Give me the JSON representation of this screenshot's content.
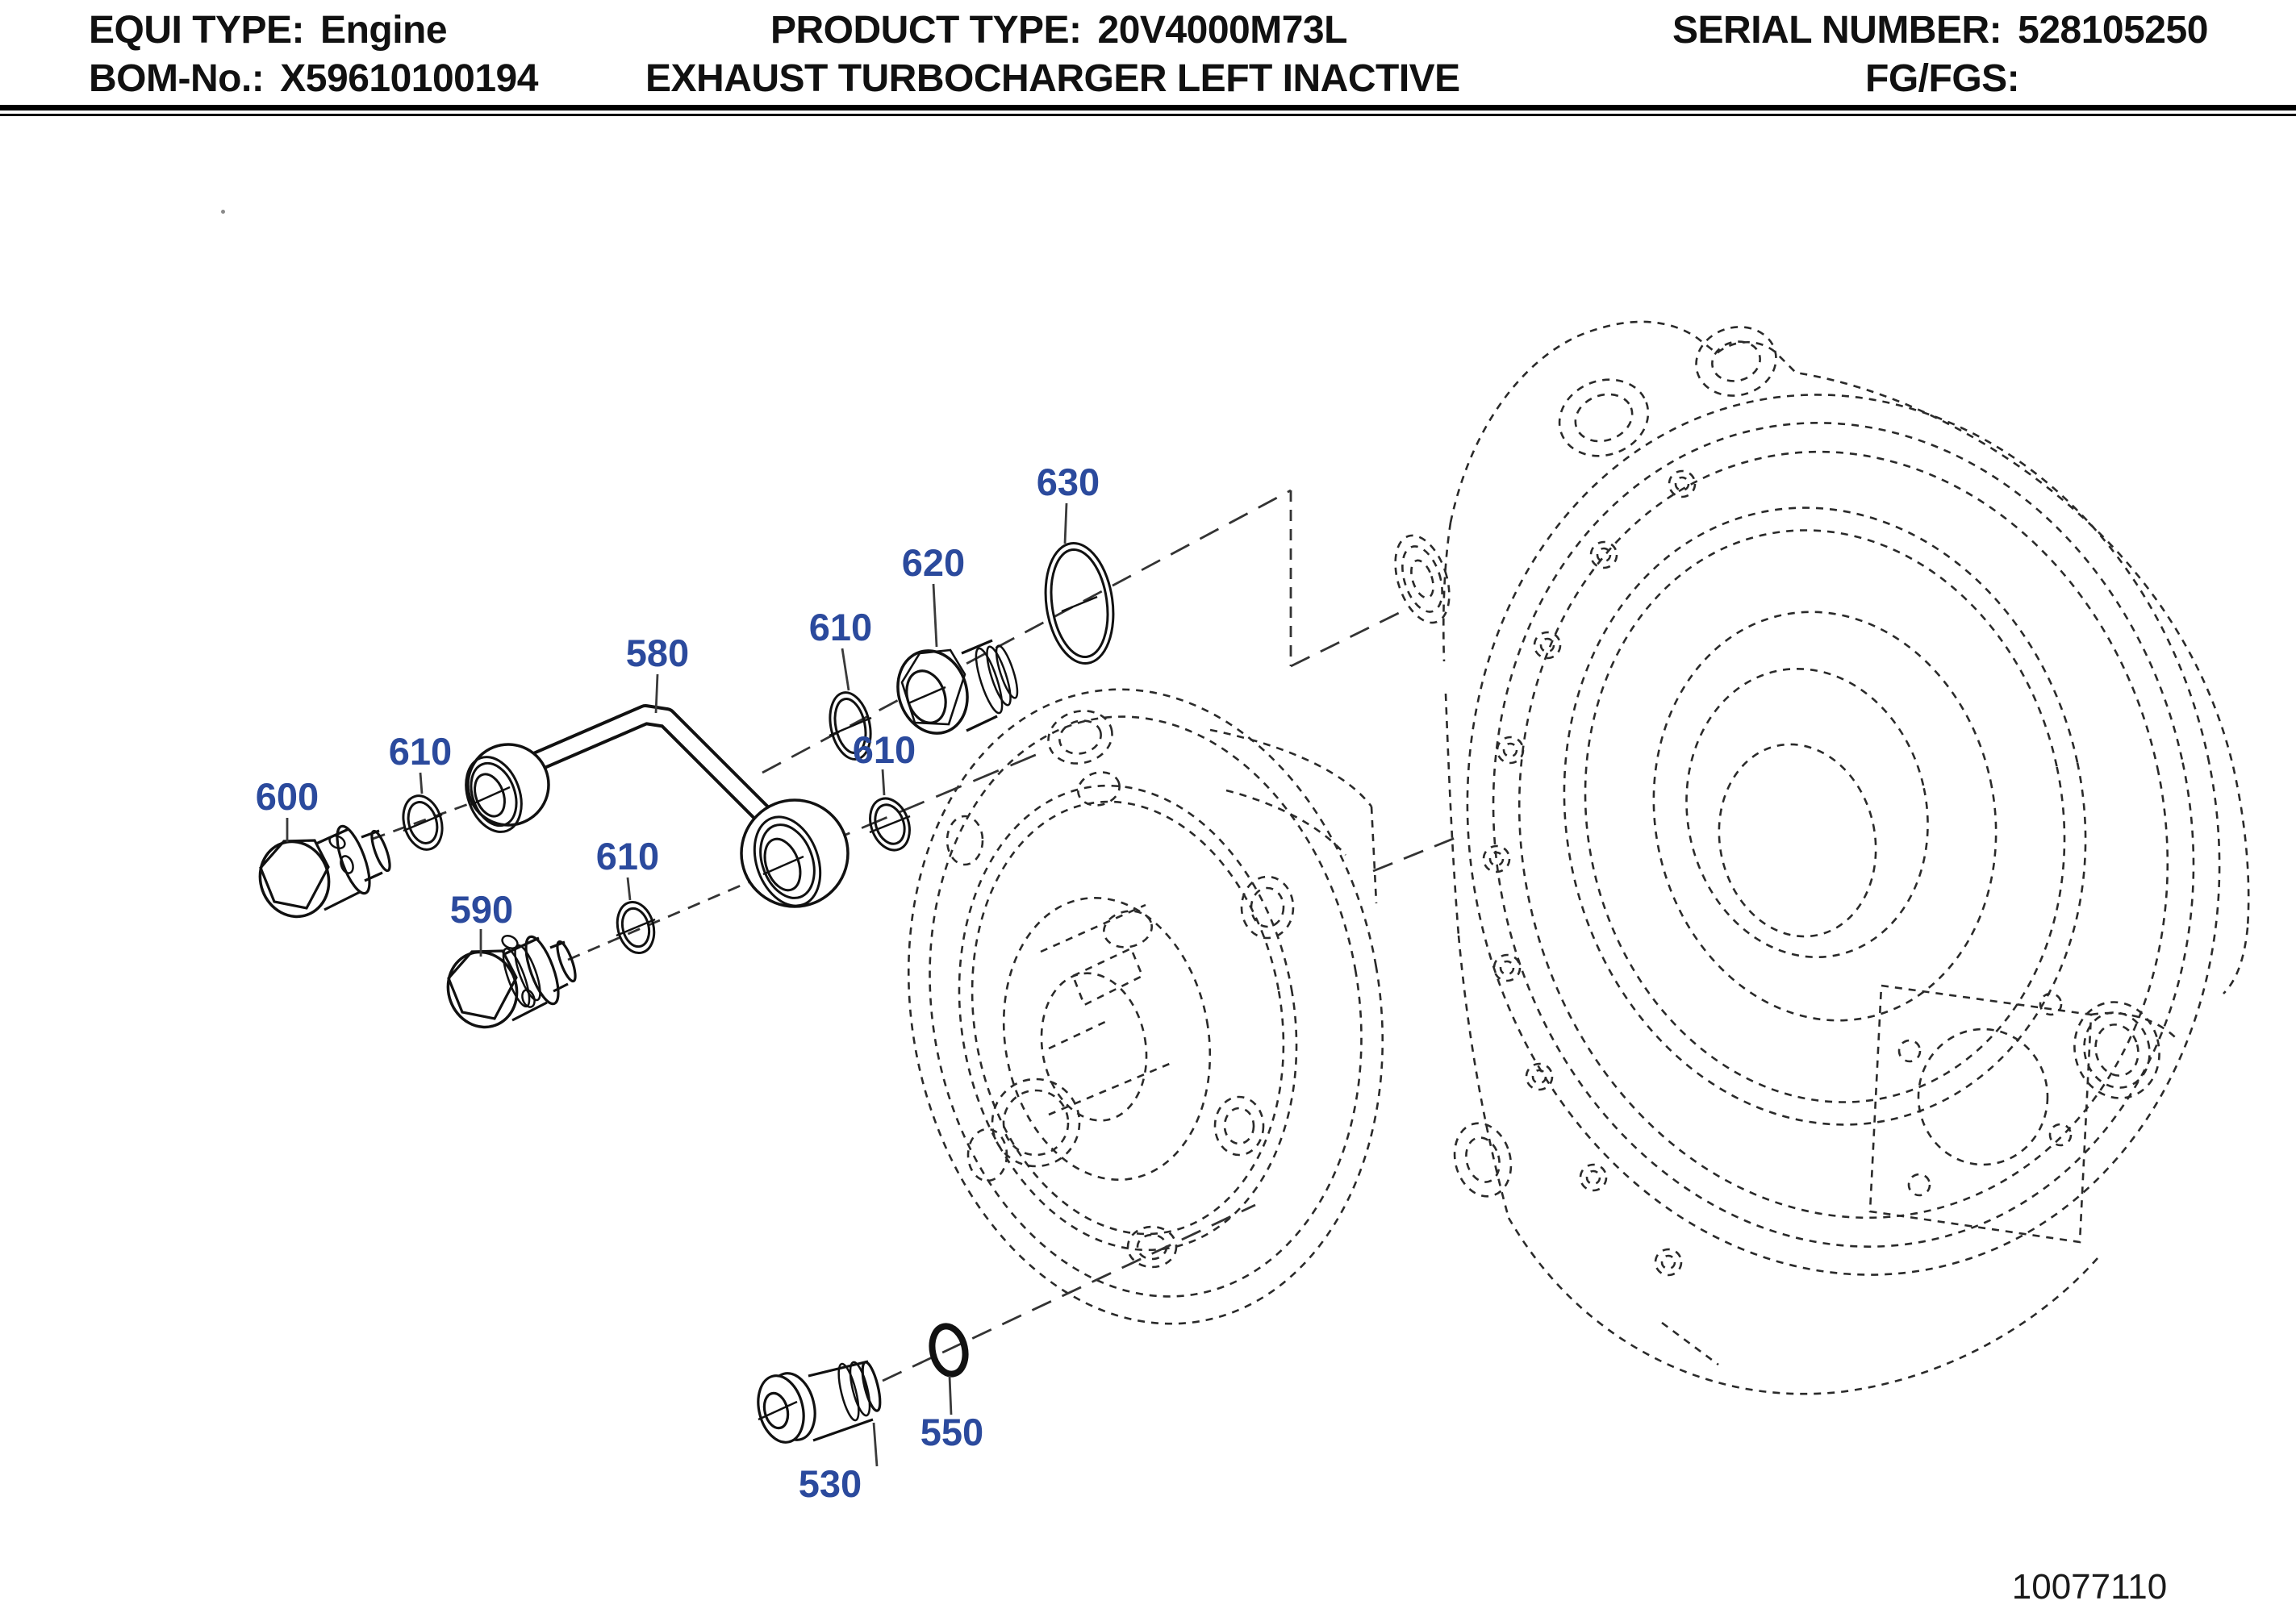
{
  "header": {
    "equi_type_label": "EQUI TYPE:",
    "equi_type_value": "Engine",
    "product_type_label": "PRODUCT TYPE:",
    "product_type_value": "20V4000M73L",
    "serial_label": "SERIAL NUMBER:",
    "serial_value": "528105250",
    "bom_label": "BOM-No.:",
    "bom_value": "X59610100194",
    "description": "EXHAUST TURBOCHARGER LEFT INACTIVE",
    "fgfgs_label": "FG/FGS:"
  },
  "diagram": {
    "drawing_number": "10077110",
    "accent_color": "#2b4a9d",
    "line_color": "#1a1a1a",
    "callouts": [
      {
        "id": "c630",
        "label": "630"
      },
      {
        "id": "c620",
        "label": "620"
      },
      {
        "id": "c610a",
        "label": "610"
      },
      {
        "id": "c580",
        "label": "580"
      },
      {
        "id": "c610c",
        "label": "610"
      },
      {
        "id": "c600",
        "label": "600"
      },
      {
        "id": "c610b",
        "label": "610"
      },
      {
        "id": "c590",
        "label": "590"
      },
      {
        "id": "c610d",
        "label": "610"
      },
      {
        "id": "c550",
        "label": "550"
      },
      {
        "id": "c530",
        "label": "530"
      }
    ]
  }
}
